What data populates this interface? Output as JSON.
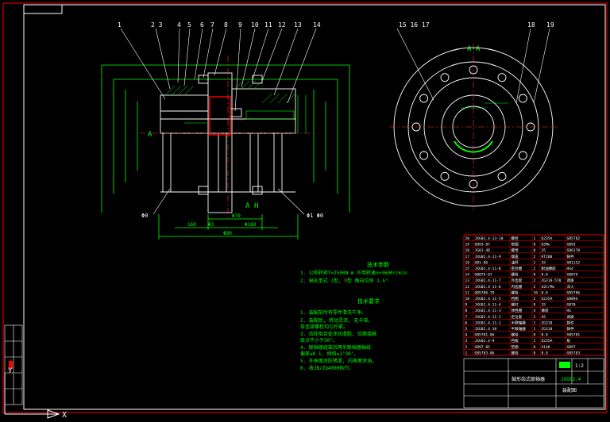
{
  "colors": {
    "background": "#000000",
    "frame": "#ff0000",
    "geometry": "#ffffff",
    "dimension": "#00ff00",
    "center": "#ff3333",
    "highlight": "#ff0000"
  },
  "balloons": [
    "1",
    "2 3",
    "4",
    "5",
    "6",
    "7",
    "8",
    "9",
    "10",
    "11",
    "12",
    "13",
    "14"
  ],
  "section_view": {
    "label": "A-A",
    "balloons": [
      "15 16 17",
      "18",
      "19"
    ]
  },
  "side_labels": {
    "a_left": "A",
    "a_bottom": "A",
    "h_bottom": "H",
    "tag_bottom_left": "Φ0",
    "tag_bottom_right": "Φ1 Φ0"
  },
  "dimensions": {
    "bottom_overall": "Φ80",
    "bottom_mid": "160",
    "bottom_right": "Φ160",
    "bottom_center": "Φ79",
    "bottom_small": "Φ3"
  },
  "notes": {
    "tech_title_1": "技术参数",
    "tech_lines": [
      "1. 公称转矩T=2500N·m  许用转速n=3600r/min",
      "2. 轴孔型式 J型, Y型  角向位移 1.5°"
    ],
    "tech_title_2": "技术要求",
    "req_lines": [
      "1. 装配前所有零件清洗干净。",
      "2. 装配后, 转动灵活, 无卡滞。",
      "   各连接螺栓均匀拧紧。",
      "3. 齿轮啮合处涂润滑脂, 齿面接触",
      "   斑点不小于30°。",
      "4. 联轴器组装后两半联轴器轴线",
      "   偏差≤0.1, 倾斜≤1°30'。",
      "5. 外表面涂防锈漆, 内表面涂油。",
      "6. 按JB/ZQ4000执行。"
    ]
  },
  "bom_rows": [
    [
      "20",
      "JXG02.4-13-10",
      "螺栓",
      "1",
      "Q235A",
      "GB5782"
    ],
    [
      "19",
      "GB93-87",
      "垫圈",
      "8",
      "65Mn",
      "GB93"
    ],
    [
      "18",
      "JG01-4B",
      "螺母",
      "8",
      "35",
      "GB6170"
    ],
    [
      "17",
      "JXG02.4-11-9",
      "端盖",
      "2",
      "HT200",
      "铸件"
    ],
    [
      "16",
      "GB1-86",
      "油杯",
      "2",
      "35",
      "GB1152"
    ],
    [
      "15",
      "JXG02.4-11-8",
      "密封圈",
      "2",
      "耐油橡胶",
      "HG4"
    ],
    [
      "14",
      "GB879-87",
      "螺栓",
      "8",
      "8.8",
      "GB879"
    ],
    [
      "13",
      "JXG02.4-11-7",
      "外齿套",
      "2",
      "ZG310-570",
      "调质"
    ],
    [
      "12",
      "JXG02.4-11-6",
      "内齿圈",
      "2",
      "42CrMo",
      "淬火"
    ],
    [
      "11",
      "GB5786-79",
      "螺栓",
      "16",
      "8.8",
      "GB5786"
    ],
    [
      "10",
      "JXG02.4-11-5",
      "挡圈",
      "2",
      "Q235A",
      "GB894"
    ],
    [
      "9",
      "JXG02.4-11-4",
      "螺钉",
      "8",
      "35",
      "GB70"
    ],
    [
      "8",
      "JXG02.4-11-3",
      "弹性圈",
      "4",
      "橡胶",
      "HG"
    ],
    [
      "7",
      "JXG02.4-11-2",
      "定位套",
      "2",
      "45",
      "调质"
    ],
    [
      "6",
      "JXG02.4-11-1",
      "半联轴器",
      "1",
      "ZG310",
      "铸件"
    ],
    [
      "5",
      "JXG02.4-10",
      "半联轴器",
      "1",
      "ZG310",
      "铸件"
    ],
    [
      "4",
      "GB5781-86",
      "螺栓",
      "8",
      "8.8",
      "GB5781"
    ],
    [
      "3",
      "JXG02.4-9",
      "挡板",
      "1",
      "Q235A",
      "板"
    ],
    [
      "2",
      "GB97-85",
      "垫圈",
      "8",
      "A140",
      "GB97"
    ],
    [
      "1",
      "GB5783-86",
      "螺栓",
      "8",
      "8.8",
      "GB5783"
    ]
  ],
  "title_block": {
    "name": "鼓形齿式联轴器",
    "drawing_no": "JXG02.4",
    "scale": "1:2",
    "material_note": "装配图"
  },
  "ucs": {
    "x_label": "X",
    "y_label": "Y"
  }
}
